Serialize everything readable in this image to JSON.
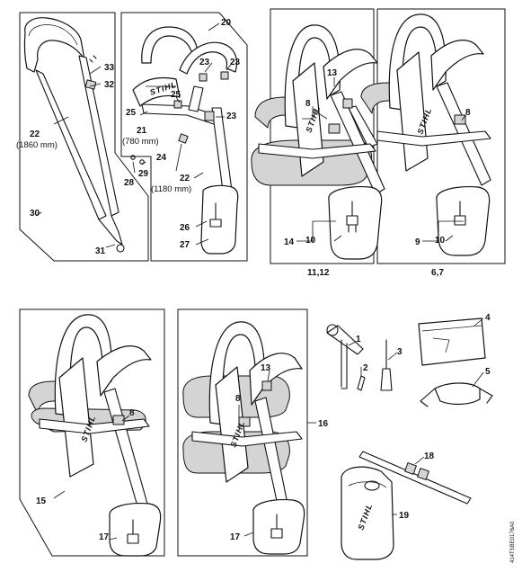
{
  "brand": "STIHL",
  "drawing_ref": "414TSBE0176A0",
  "callouts": {
    "c1": "1",
    "c2": "2",
    "c3": "3",
    "c4": "4",
    "c5": "5",
    "c8a": "8",
    "c8b": "8",
    "c8c": "8",
    "c8d": "8",
    "c9": "9",
    "c10a": "10",
    "c10b": "10",
    "c13a": "13",
    "c13b": "13",
    "c14": "14",
    "c15": "15",
    "c16": "16",
    "c17a": "17",
    "c17b": "17",
    "c18": "18",
    "c19": "19",
    "c20": "20",
    "c21": "21",
    "c22a": "22",
    "c22b": "22",
    "c23a": "23",
    "c23b": "23",
    "c23c": "23",
    "c24": "24",
    "c25a": "25",
    "c25b": "25",
    "c26": "26",
    "c27": "27",
    "c28": "28",
    "c29": "29",
    "c30": "30",
    "c31": "31",
    "c32": "32",
    "c33": "33"
  },
  "dimensions": {
    "strap_long": "(1860 mm)",
    "strap_short": "(780 mm)",
    "strap_mid": "(1180 mm)"
  },
  "group_labels": {
    "g1": "11,12",
    "g2": "6,7"
  }
}
